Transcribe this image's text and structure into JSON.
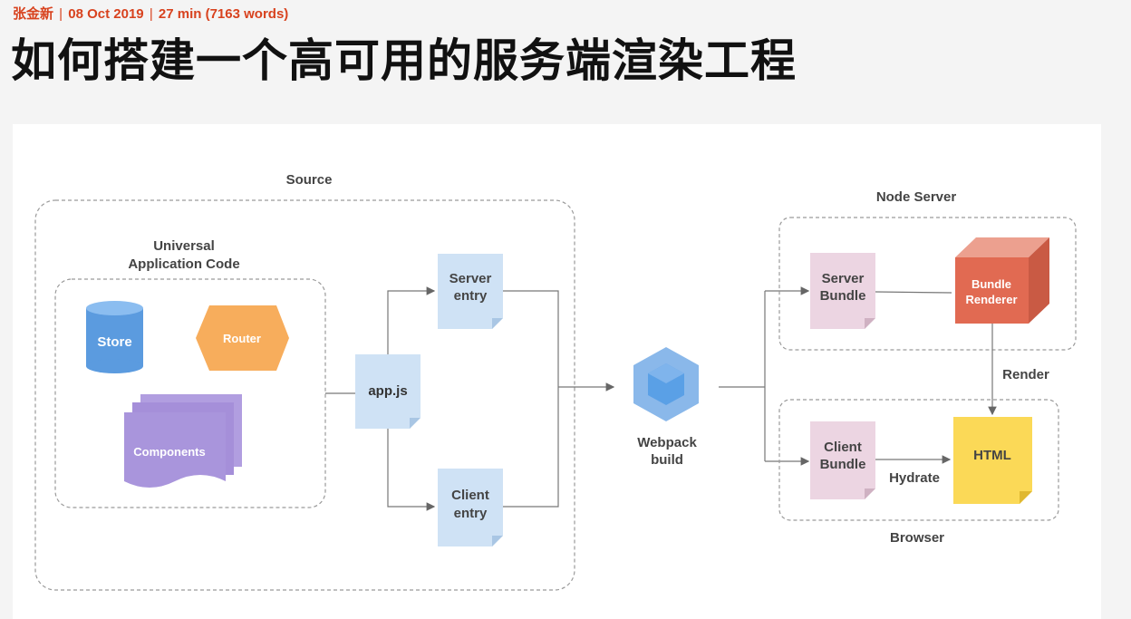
{
  "article": {
    "author": "张金新",
    "date": "08 Oct 2019",
    "reading_time": "27 min (7163 words)",
    "title": "如何搭建一个高可用的服务端渲染工程"
  },
  "diagram": {
    "source_label": "Source",
    "universal_label_1": "Universal",
    "universal_label_2": "Application Code",
    "store": "Store",
    "router": "Router",
    "components": "Components",
    "appjs": "app.js",
    "server_entry_1": "Server",
    "server_entry_2": "entry",
    "client_entry_1": "Client",
    "client_entry_2": "entry",
    "webpack_1": "Webpack",
    "webpack_2": "build",
    "node_server": "Node Server",
    "server_bundle_1": "Server",
    "server_bundle_2": "Bundle",
    "renderer_1": "Bundle",
    "renderer_2": "Renderer",
    "render": "Render",
    "client_bundle_1": "Client",
    "client_bundle_2": "Bundle",
    "hydrate": "Hydrate",
    "html": "HTML",
    "browser": "Browser"
  },
  "colors": {
    "accent": "#d8421e",
    "store": "#5b9bdf",
    "router": "#f7ad5c",
    "components": "#b19ee0",
    "entry": "#cfe2f5",
    "bundle": "#ecd5e2",
    "renderer": "#e16a52",
    "html": "#fbd957",
    "webpack": "#5aa0e6"
  }
}
